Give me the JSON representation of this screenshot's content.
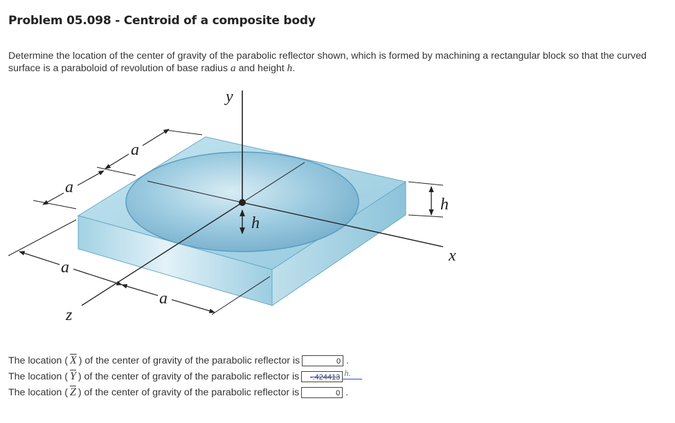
{
  "problem": {
    "title": "Problem 05.098 - Centroid of a composite body",
    "statement_part1": "Determine the location of the center of gravity of the parabolic reflector shown, which is formed by machining a rectangular block so that the curved surface is a paraboloid of revolution of base radius ",
    "var_a": "a",
    "statement_part2": " and height ",
    "var_h": "h",
    "statement_part3": "."
  },
  "figure": {
    "labels": {
      "y": "y",
      "x": "x",
      "z": "z",
      "h_center": "h",
      "h_side": "h",
      "a_top": "a",
      "a_left": "a",
      "a_front_left": "a",
      "a_front_right": "a"
    },
    "colors": {
      "block_top": "#a9d6e6",
      "block_side": "#8cc9df",
      "bowl": "#7fb7d3",
      "outline": "#5a9cc0"
    }
  },
  "answers": [
    {
      "prefix": "The location (",
      "symbol": "X",
      "suffix": ") of the center of gravity of the parabolic reflector is",
      "value": "0",
      "after": "."
    },
    {
      "prefix": "The location (",
      "symbol": "Y",
      "suffix": ") of the center of gravity of the parabolic reflector is",
      "value": "-.424413",
      "after": "h."
    },
    {
      "prefix": "The location (",
      "symbol": "Z",
      "suffix": ") of the center of gravity of the parabolic reflector is",
      "value": "0",
      "after": "."
    }
  ]
}
